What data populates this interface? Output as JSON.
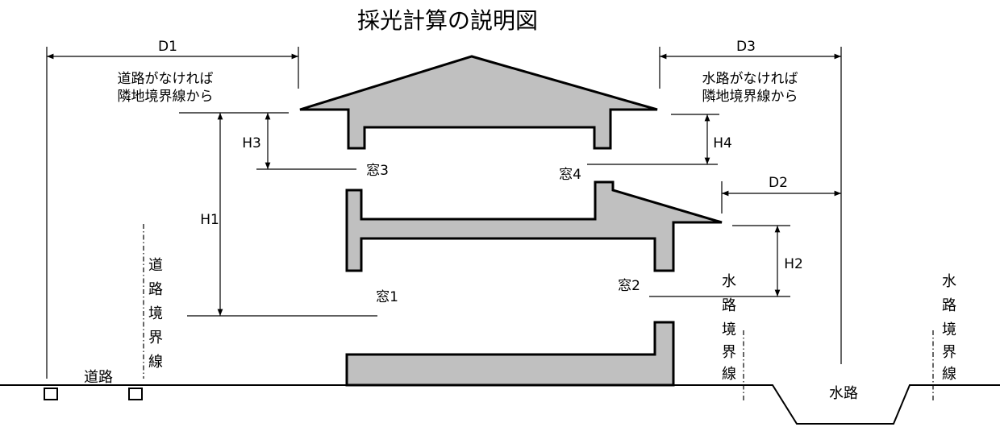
{
  "title": "採光計算の説明図",
  "dimensions": {
    "d1": "D1",
    "d2": "D2",
    "d3": "D3",
    "h1": "H1",
    "h2": "H2",
    "h3": "H3",
    "h4": "H4"
  },
  "windows": {
    "w1": "窓1",
    "w2": "窓2",
    "w3": "窓3",
    "w4": "窓4"
  },
  "notes": {
    "left_line1": "道路がなければ",
    "left_line2": "隣地境界線から",
    "right_line1": "水路がなければ",
    "right_line2": "隣地境界線から"
  },
  "places": {
    "road": "道路",
    "waterway": "水路"
  },
  "boundaries": {
    "road_boundary": [
      "道",
      "路",
      "境",
      "界",
      "線"
    ],
    "water_boundary_inner": [
      "水",
      "路",
      "境",
      "界",
      "線"
    ],
    "water_boundary_outer": [
      "水",
      "路",
      "境",
      "界",
      "線"
    ]
  },
  "colors": {
    "building_fill": "#c0c0c0",
    "stroke": "#000000"
  }
}
